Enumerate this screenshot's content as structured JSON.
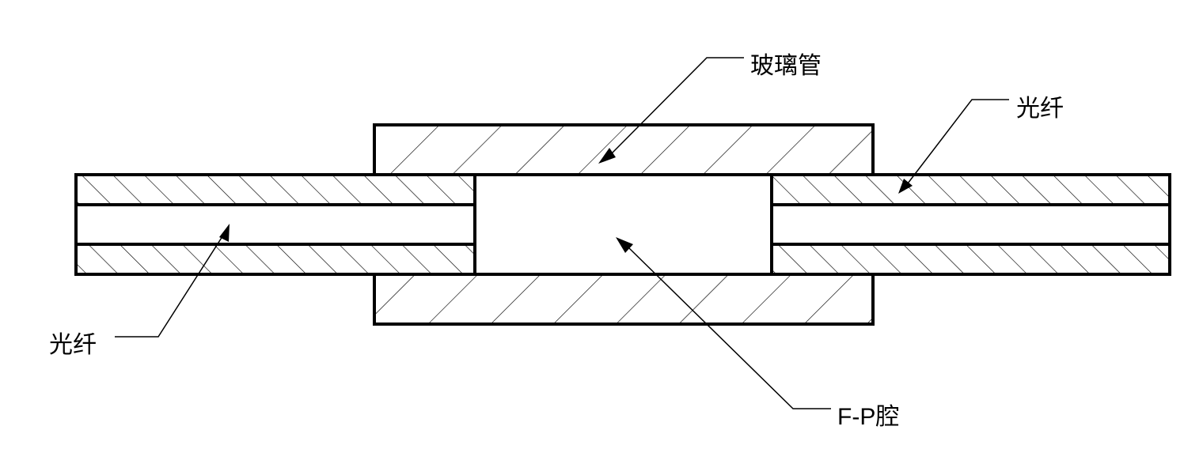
{
  "labels": {
    "glass_tube": "玻璃管",
    "fiber_right": "光纤",
    "fiber_left": "光纤",
    "fp_cavity": "F-P腔"
  },
  "colors": {
    "stroke": "#000000",
    "background": "#ffffff"
  }
}
